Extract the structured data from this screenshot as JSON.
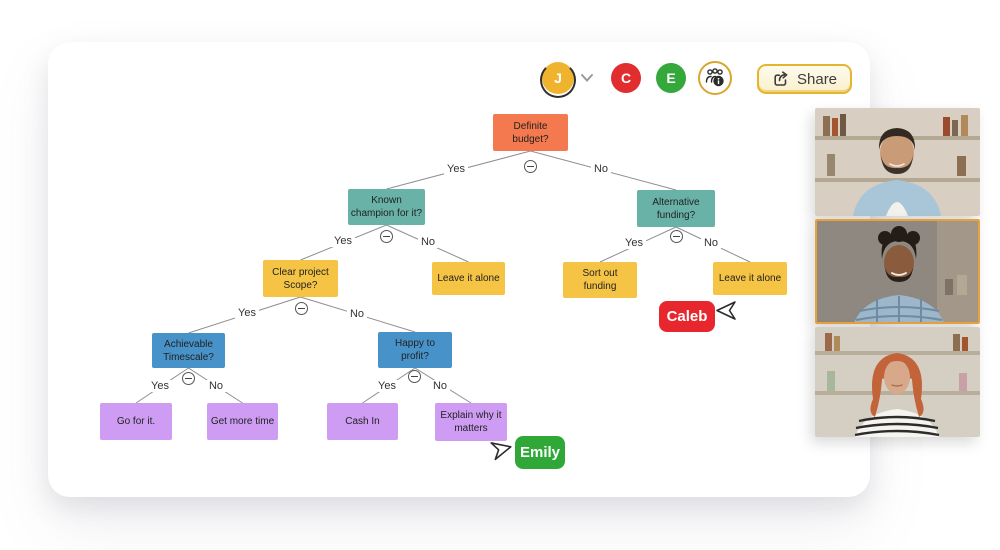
{
  "toolbar": {
    "user_avatar": {
      "initial": "J",
      "color": "#F0B32D"
    },
    "participant_avatars": [
      {
        "initial": "C",
        "color": "#E12D2D"
      },
      {
        "initial": "E",
        "color": "#34A83A"
      }
    ],
    "share_button": {
      "label": "Share",
      "border_color": "#E5B530"
    }
  },
  "edge_labels": {
    "yes": "Yes",
    "no": "No"
  },
  "tree": {
    "nodes": [
      {
        "id": "definite-budget",
        "label": "Definite budget?",
        "color": "#F4794E"
      },
      {
        "id": "known-champion",
        "label": "Known champion for it?",
        "color": "#69B2A8"
      },
      {
        "id": "alternative-funding",
        "label": "Alternative funding?",
        "color": "#69B2A8"
      },
      {
        "id": "clear-project-scope",
        "label": "Clear project Scope?",
        "color": "#F6C445"
      },
      {
        "id": "leave-it-alone-left",
        "label": "Leave it alone",
        "color": "#F6C445"
      },
      {
        "id": "sort-out-funding",
        "label": "Sort out funding",
        "color": "#F6C445"
      },
      {
        "id": "leave-it-alone-right",
        "label": "Leave it alone",
        "color": "#F6C445"
      },
      {
        "id": "achievable-timescale",
        "label": "Achievable Timescale?",
        "color": "#4792C9"
      },
      {
        "id": "happy-to-profit",
        "label": "Happy to profit?",
        "color": "#4792C9"
      },
      {
        "id": "go-for-it",
        "label": "Go for it.",
        "color": "#CE9DF3"
      },
      {
        "id": "get-more-time",
        "label": "Get more time",
        "color": "#CE9DF3"
      },
      {
        "id": "cash-in",
        "label": "Cash In",
        "color": "#CE9DF3"
      },
      {
        "id": "explain-why-it-matters",
        "label": "Explain why it matters",
        "color": "#CE9DF3"
      }
    ]
  },
  "collaborator_cursors": [
    {
      "name": "Caleb",
      "color": "#E8262D"
    },
    {
      "name": "Emily",
      "color": "#2FA837"
    }
  ],
  "video_call": {
    "active_highlight": "#E9A23B",
    "tiles": [
      {
        "participant": "man with beard, blue shirt",
        "active": false
      },
      {
        "participant": "man with curly hair, plaid shirt",
        "active": true
      },
      {
        "participant": "woman with red hair, striped top",
        "active": false
      }
    ]
  }
}
